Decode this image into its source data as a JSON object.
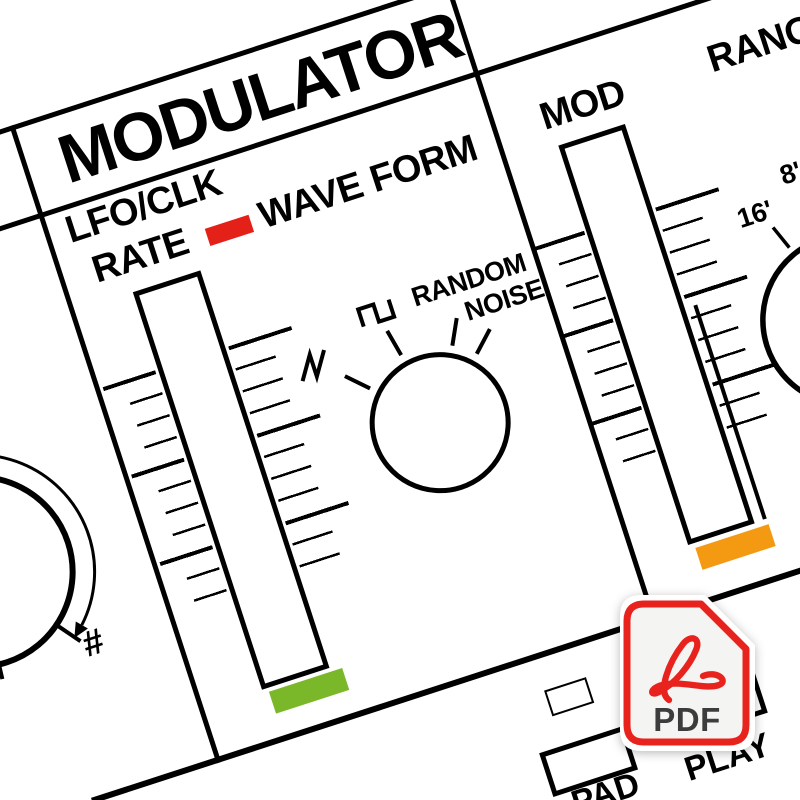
{
  "artwork": {
    "modulator": {
      "title": "MODULATOR",
      "lfo_clk_label": "LFO/CLK",
      "rate_label": "RATE",
      "wave_form_label": "WAVE FORM",
      "random_label": "RANDOM",
      "noise_label": "NOISE"
    },
    "mod_range": {
      "mod_label": "MOD",
      "range_label": "RANGE",
      "footage_16": "16'",
      "footage_8": "8'"
    },
    "pitch": {
      "sharp_label": "#"
    },
    "bottom": {
      "pad_label": "PAD",
      "play_label": "PLAY"
    },
    "icons": {
      "wave_saw": "sawtooth-wave-icon",
      "wave_square": "square-wave-icon",
      "rotate_arrow": "rotate-arrow-icon"
    },
    "colors": {
      "line": "#000000",
      "rate_led": "#e32119",
      "rate_slider_cap": "#7ab829",
      "mod_slider_cap": "#f39a12",
      "background": "#ffffff"
    }
  },
  "pdf_badge": {
    "label": "PDF",
    "accent_color": "#e8231d",
    "label_color": "#3c3c3c",
    "fill_color": "#f4f4f2",
    "icon": "acrobat-logo-icon"
  }
}
